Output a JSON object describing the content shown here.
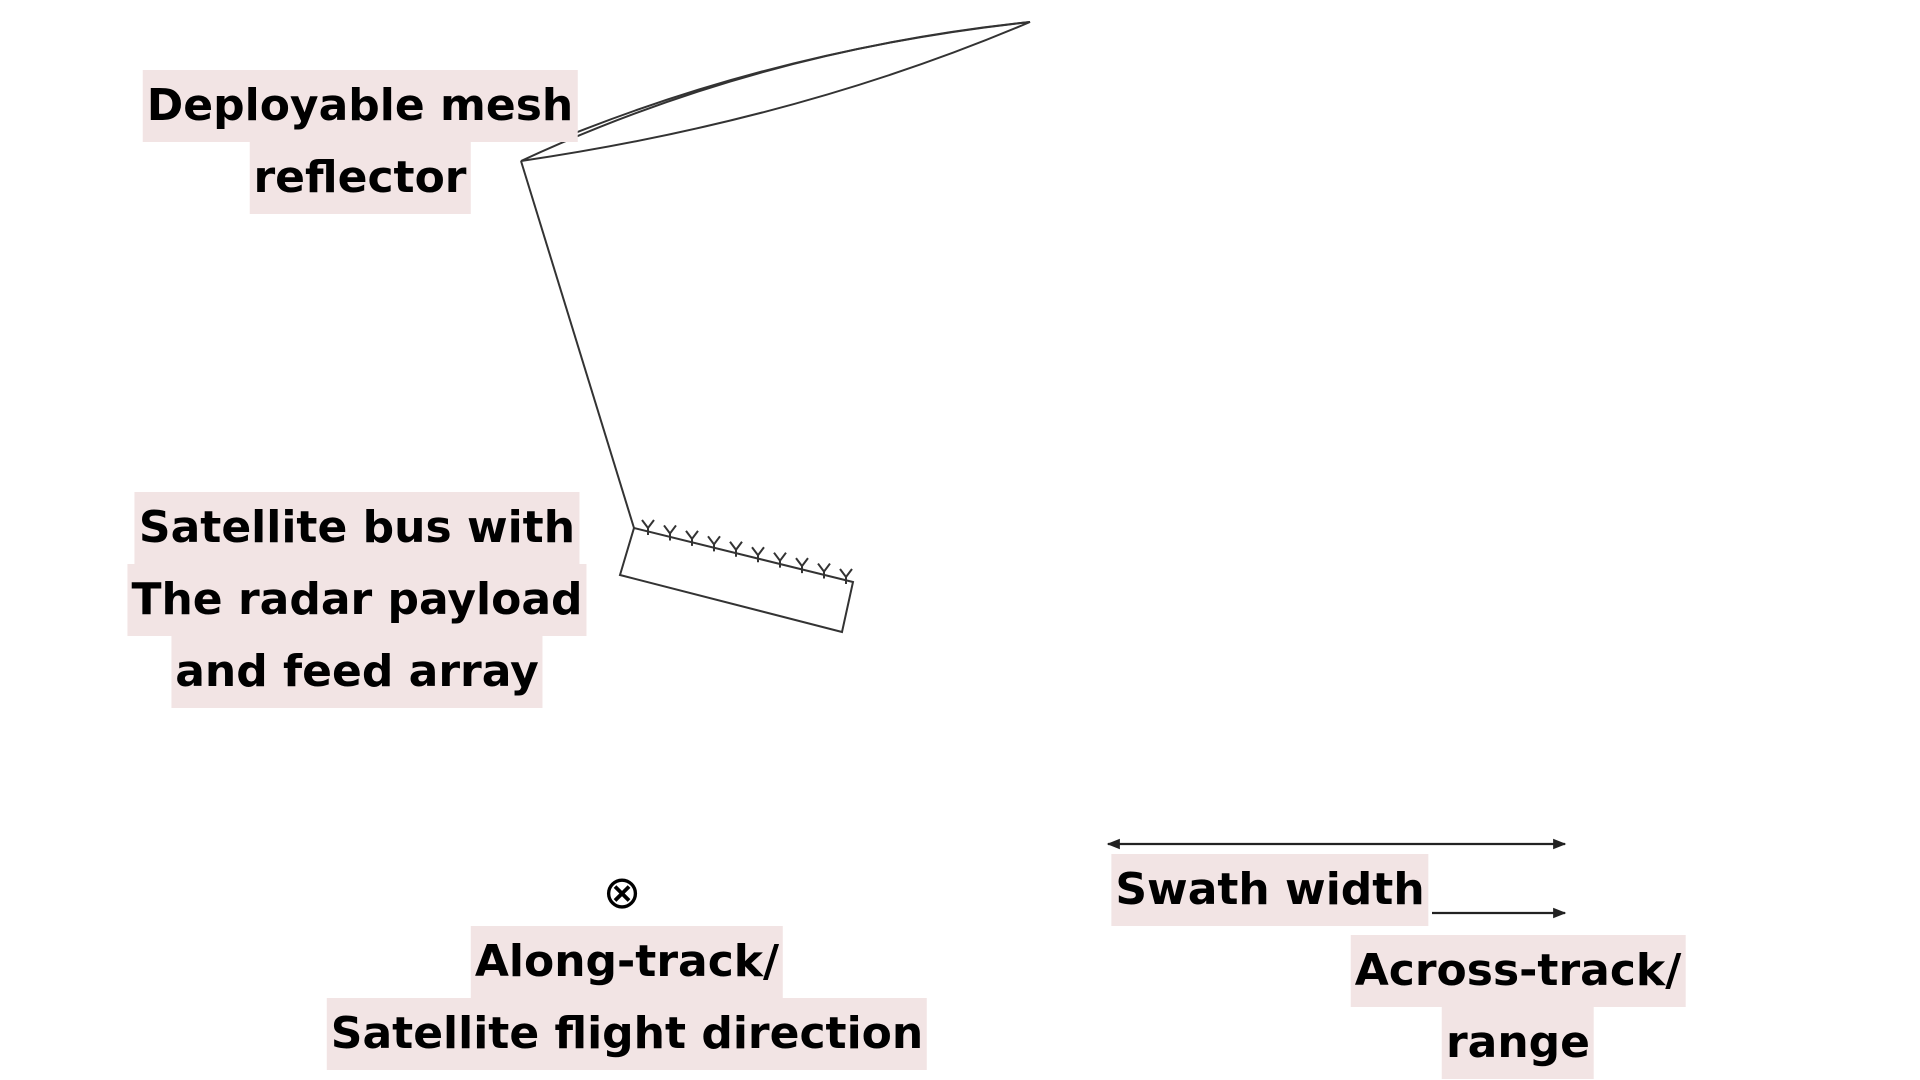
{
  "labels": {
    "reflector": [
      "Deployable mesh",
      "reflector"
    ],
    "bus": [
      "Satellite bus with",
      "The radar payload",
      "and feed array"
    ],
    "along_track": [
      "Along-track/",
      "Satellite flight direction"
    ],
    "swath": "Swath width",
    "across_track": [
      "Across-track/",
      "range"
    ]
  },
  "symbols": {
    "along_track_marker": "⊗"
  },
  "colors": {
    "label_highlight": "#f2e4e4",
    "stroke": "#222222"
  }
}
